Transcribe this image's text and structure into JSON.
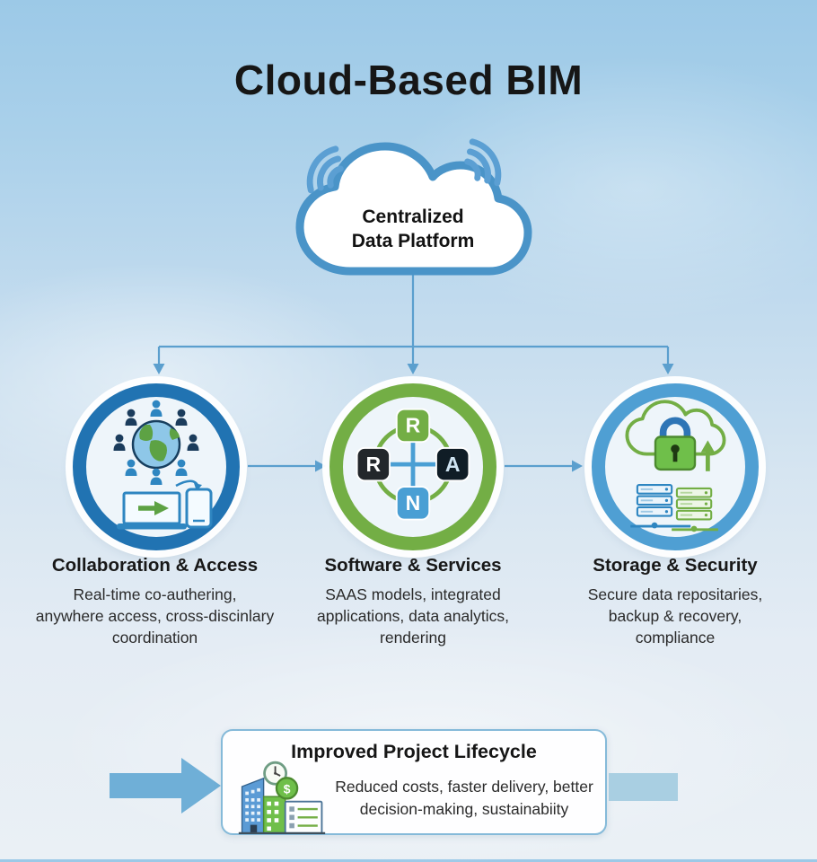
{
  "title": "Cloud-Based BIM",
  "cloud": {
    "label_line1": "Centralized",
    "label_line2": "Data Platform"
  },
  "pillars": [
    {
      "heading": "Collaboration & Access",
      "body_lines": [
        "Real-time co-authering,",
        "anywhere access, cross-discinlary",
        "coordination"
      ],
      "icon": "collaboration-globe-devices-icon"
    },
    {
      "heading": "Software & Services",
      "body_lines": [
        "SAAS models, integrated",
        "applications, data analytics,",
        "rendering"
      ],
      "icon": "bim-apps-cross-icon",
      "apps": {
        "top": "R",
        "left": "R",
        "right": "A",
        "bottom": "N"
      }
    },
    {
      "heading": "Storage & Security",
      "body_lines": [
        "Secure data repositaries,",
        "backup & recovery,",
        "compliance"
      ],
      "icon": "secure-cloud-servers-icon"
    }
  ],
  "outcome": {
    "heading": "Improved Project Lifecycle",
    "body_lines": [
      "Reduced costs, faster delivery, better",
      "decision-making, sustainabiity"
    ],
    "icon": "building-cost-checklist-icon",
    "currency_symbol": "$"
  },
  "colors": {
    "background_top": "#9cc9e7",
    "background_bottom": "#eaf0f5",
    "cloud_outline": "#4a94c8",
    "connector": "#5b9fce",
    "ring_collaboration": "#2173b2",
    "ring_software": "#73ae45",
    "ring_storage": "#4f9fd3",
    "solid_arrow": "#6fafd7",
    "text_dark": "#161616"
  }
}
